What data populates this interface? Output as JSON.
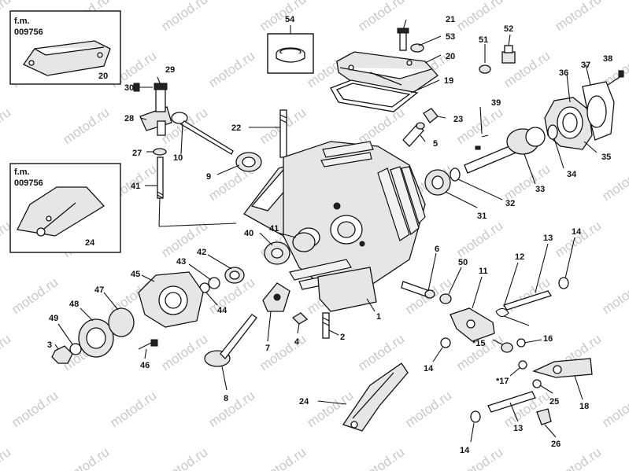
{
  "watermark": {
    "text": "motod.ru"
  },
  "insets": [
    {
      "id": "inset-top",
      "line1": "f.m.",
      "line2": "009756",
      "part": "20"
    },
    {
      "id": "inset-mid",
      "line1": "f.m.",
      "line2": "009756",
      "part": "24"
    }
  ],
  "labels": {
    "p54": "54",
    "p21": "21",
    "p53": "53",
    "p20": "20",
    "p19": "19",
    "p51": "51",
    "p52": "52",
    "p37": "37",
    "p38": "38",
    "p36": "36",
    "p30": "30",
    "p29": "29",
    "p28": "28",
    "p22": "22",
    "p23": "23",
    "p39": "39",
    "p5": "5",
    "p10": "10",
    "p27": "27",
    "p9": "9",
    "p41a": "41",
    "p35": "35",
    "p34": "34",
    "p33": "33",
    "p32": "32",
    "p31": "31",
    "p40": "40",
    "p41b": "41",
    "p42": "42",
    "p43": "43",
    "p44": "44",
    "p45": "45",
    "p47": "47",
    "p48": "48",
    "p49": "49",
    "p3": "3",
    "p46": "46",
    "p7": "7",
    "p4": "4",
    "p2": "2",
    "p1": "1",
    "p8": "8",
    "p6": "6",
    "p50": "50",
    "p11": "11",
    "p12": "12",
    "p13a": "13",
    "p14a": "14",
    "p14b": "14",
    "p15": "*15",
    "p16": "16",
    "p17": "*17",
    "p18": "18",
    "p25": "25",
    "p13b": "13",
    "p14c": "14",
    "p26": "26",
    "p24": "24"
  }
}
